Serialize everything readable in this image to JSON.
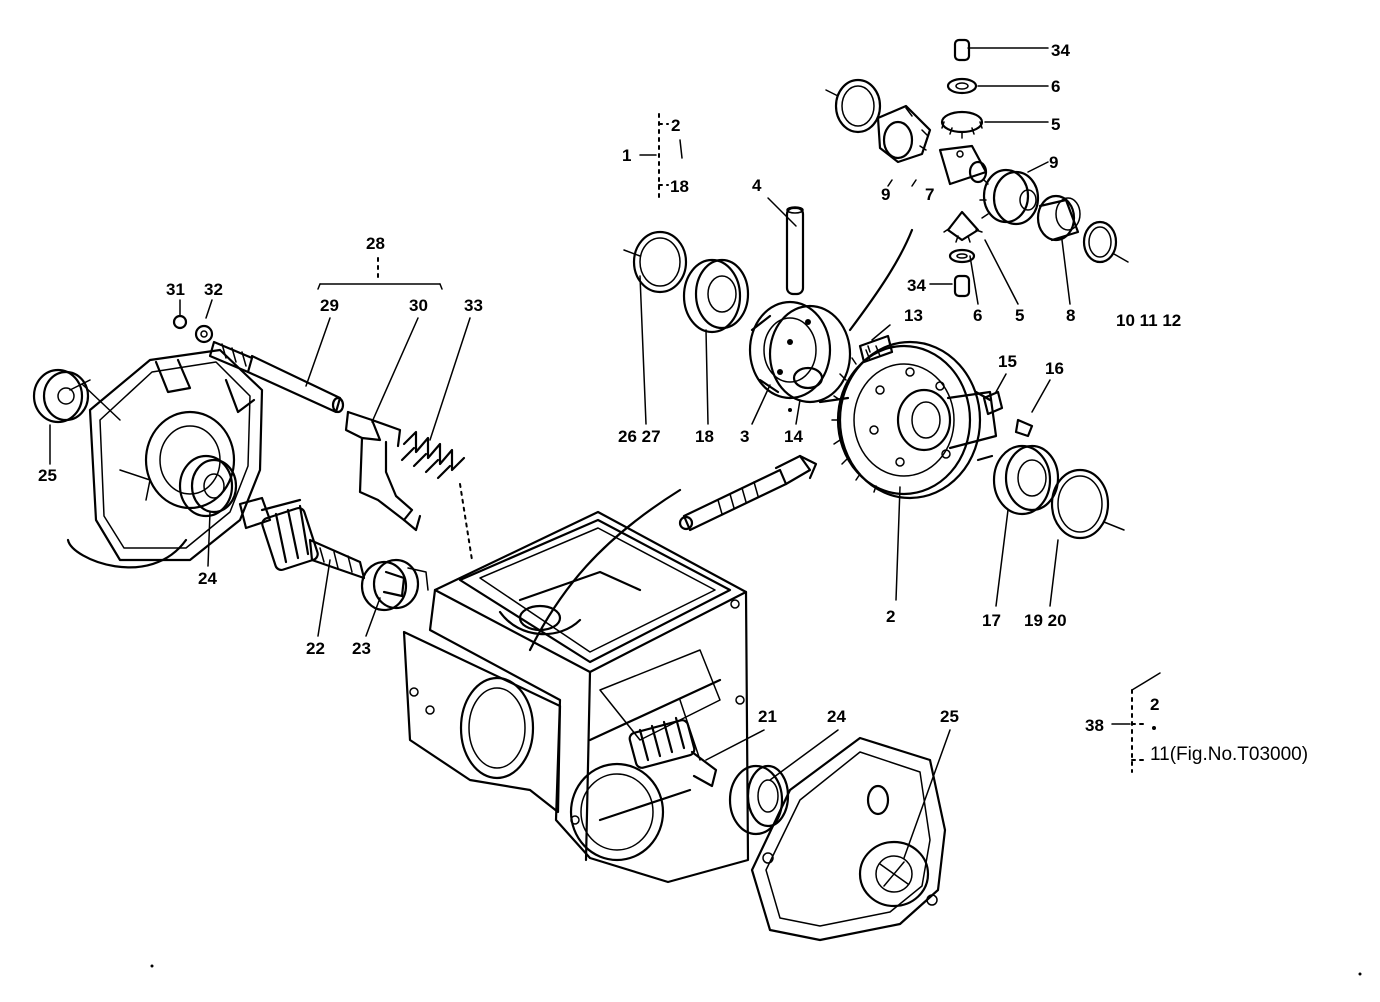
{
  "diagram": {
    "reference_note": {
      "main": "11(Fig.No.T03000)",
      "item_a": "38",
      "item_b": "2"
    },
    "labels": [
      {
        "id": "p34a",
        "text": "34"
      },
      {
        "id": "p6a",
        "text": "6"
      },
      {
        "id": "p5a",
        "text": "5"
      },
      {
        "id": "p9a",
        "text": "9"
      },
      {
        "id": "p9b",
        "text": "9"
      },
      {
        "id": "p7",
        "text": "7"
      },
      {
        "id": "p34b",
        "text": "34"
      },
      {
        "id": "p6b",
        "text": "6"
      },
      {
        "id": "p5b",
        "text": "5"
      },
      {
        "id": "p8",
        "text": "8"
      },
      {
        "id": "p101112",
        "text": "10 11 12"
      },
      {
        "id": "p1",
        "text": "1"
      },
      {
        "id": "p2top",
        "text": "2"
      },
      {
        "id": "p18top",
        "text": "18"
      },
      {
        "id": "p4",
        "text": "4"
      },
      {
        "id": "p13",
        "text": "13"
      },
      {
        "id": "p15",
        "text": "15"
      },
      {
        "id": "p16",
        "text": "16"
      },
      {
        "id": "p2627",
        "text": "26 27"
      },
      {
        "id": "p18",
        "text": "18"
      },
      {
        "id": "p3",
        "text": "3"
      },
      {
        "id": "p14",
        "text": "14"
      },
      {
        "id": "p2",
        "text": "2"
      },
      {
        "id": "p17",
        "text": "17"
      },
      {
        "id": "p1920",
        "text": "19 20"
      },
      {
        "id": "p28",
        "text": "28"
      },
      {
        "id": "p31",
        "text": "31"
      },
      {
        "id": "p32",
        "text": "32"
      },
      {
        "id": "p29",
        "text": "29"
      },
      {
        "id": "p30",
        "text": "30"
      },
      {
        "id": "p33",
        "text": "33"
      },
      {
        "id": "p25a",
        "text": "25"
      },
      {
        "id": "p24a",
        "text": "24"
      },
      {
        "id": "p22",
        "text": "22"
      },
      {
        "id": "p23",
        "text": "23"
      },
      {
        "id": "p21",
        "text": "21"
      },
      {
        "id": "p24b",
        "text": "24"
      },
      {
        "id": "p25b",
        "text": "25"
      }
    ]
  }
}
